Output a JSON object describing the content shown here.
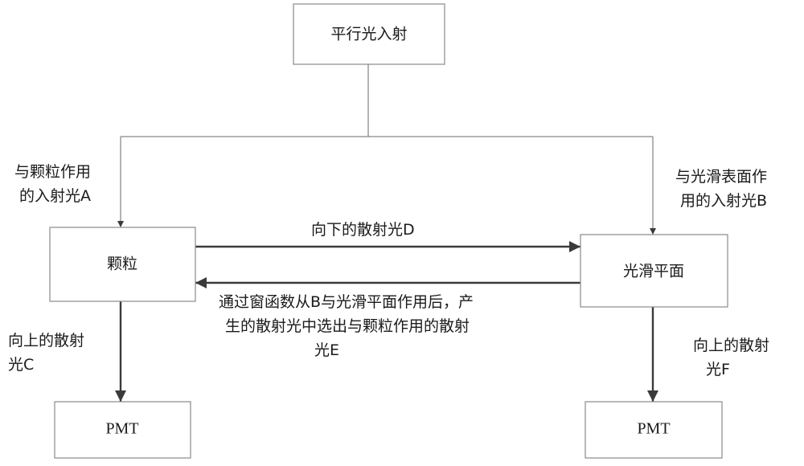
{
  "nodes": {
    "source": "平行光入射",
    "particle": "颗粒",
    "surface": "光滑平面",
    "pmt_left": "PMT",
    "pmt_right": "PMT"
  },
  "labels": {
    "incident_a": [
      "与颗粒作用",
      "的入射光A"
    ],
    "incident_b": [
      "与光滑表面作",
      "用的入射光B"
    ],
    "scatter_d": "向下的散射光D",
    "scatter_e": [
      "通过窗函数从B与光滑平面作用后，产",
      "生的散射光中选出与颗粒作用的散射",
      "光E"
    ],
    "scatter_c": [
      "向上的散射",
      "光C"
    ],
    "scatter_f": [
      "向上的散射",
      "光F"
    ]
  }
}
